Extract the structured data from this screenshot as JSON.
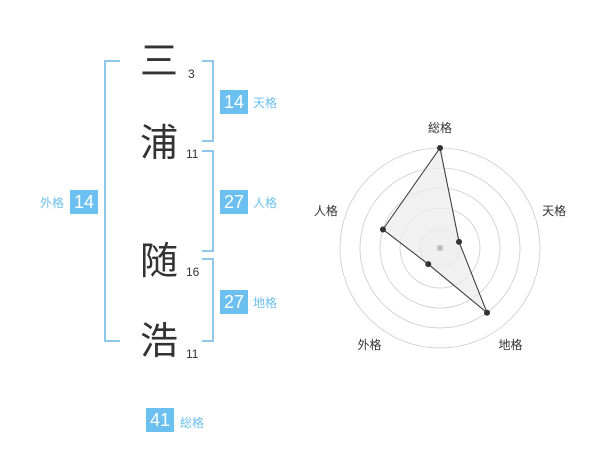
{
  "name": {
    "characters": [
      {
        "char": "三",
        "strokes": "3"
      },
      {
        "char": "浦",
        "strokes": "11"
      },
      {
        "char": "随",
        "strokes": "16"
      },
      {
        "char": "浩",
        "strokes": "11"
      }
    ]
  },
  "scores": {
    "tenkaku": {
      "value": "14",
      "label": "天格"
    },
    "jinkaku": {
      "value": "27",
      "label": "人格"
    },
    "chikaku": {
      "value": "27",
      "label": "地格"
    },
    "gaikaku": {
      "value": "14",
      "label": "外格"
    },
    "soukaku": {
      "value": "41",
      "label": "総格"
    }
  },
  "radar": {
    "axes": [
      "総格",
      "天格",
      "地格",
      "外格",
      "人格"
    ],
    "levels": 5,
    "values": [
      5,
      1,
      4,
      1,
      3
    ],
    "colors": {
      "grid": "#cccccc",
      "fill": "#eeeeee",
      "line": "#333333",
      "center": "#bbbbbb"
    }
  }
}
